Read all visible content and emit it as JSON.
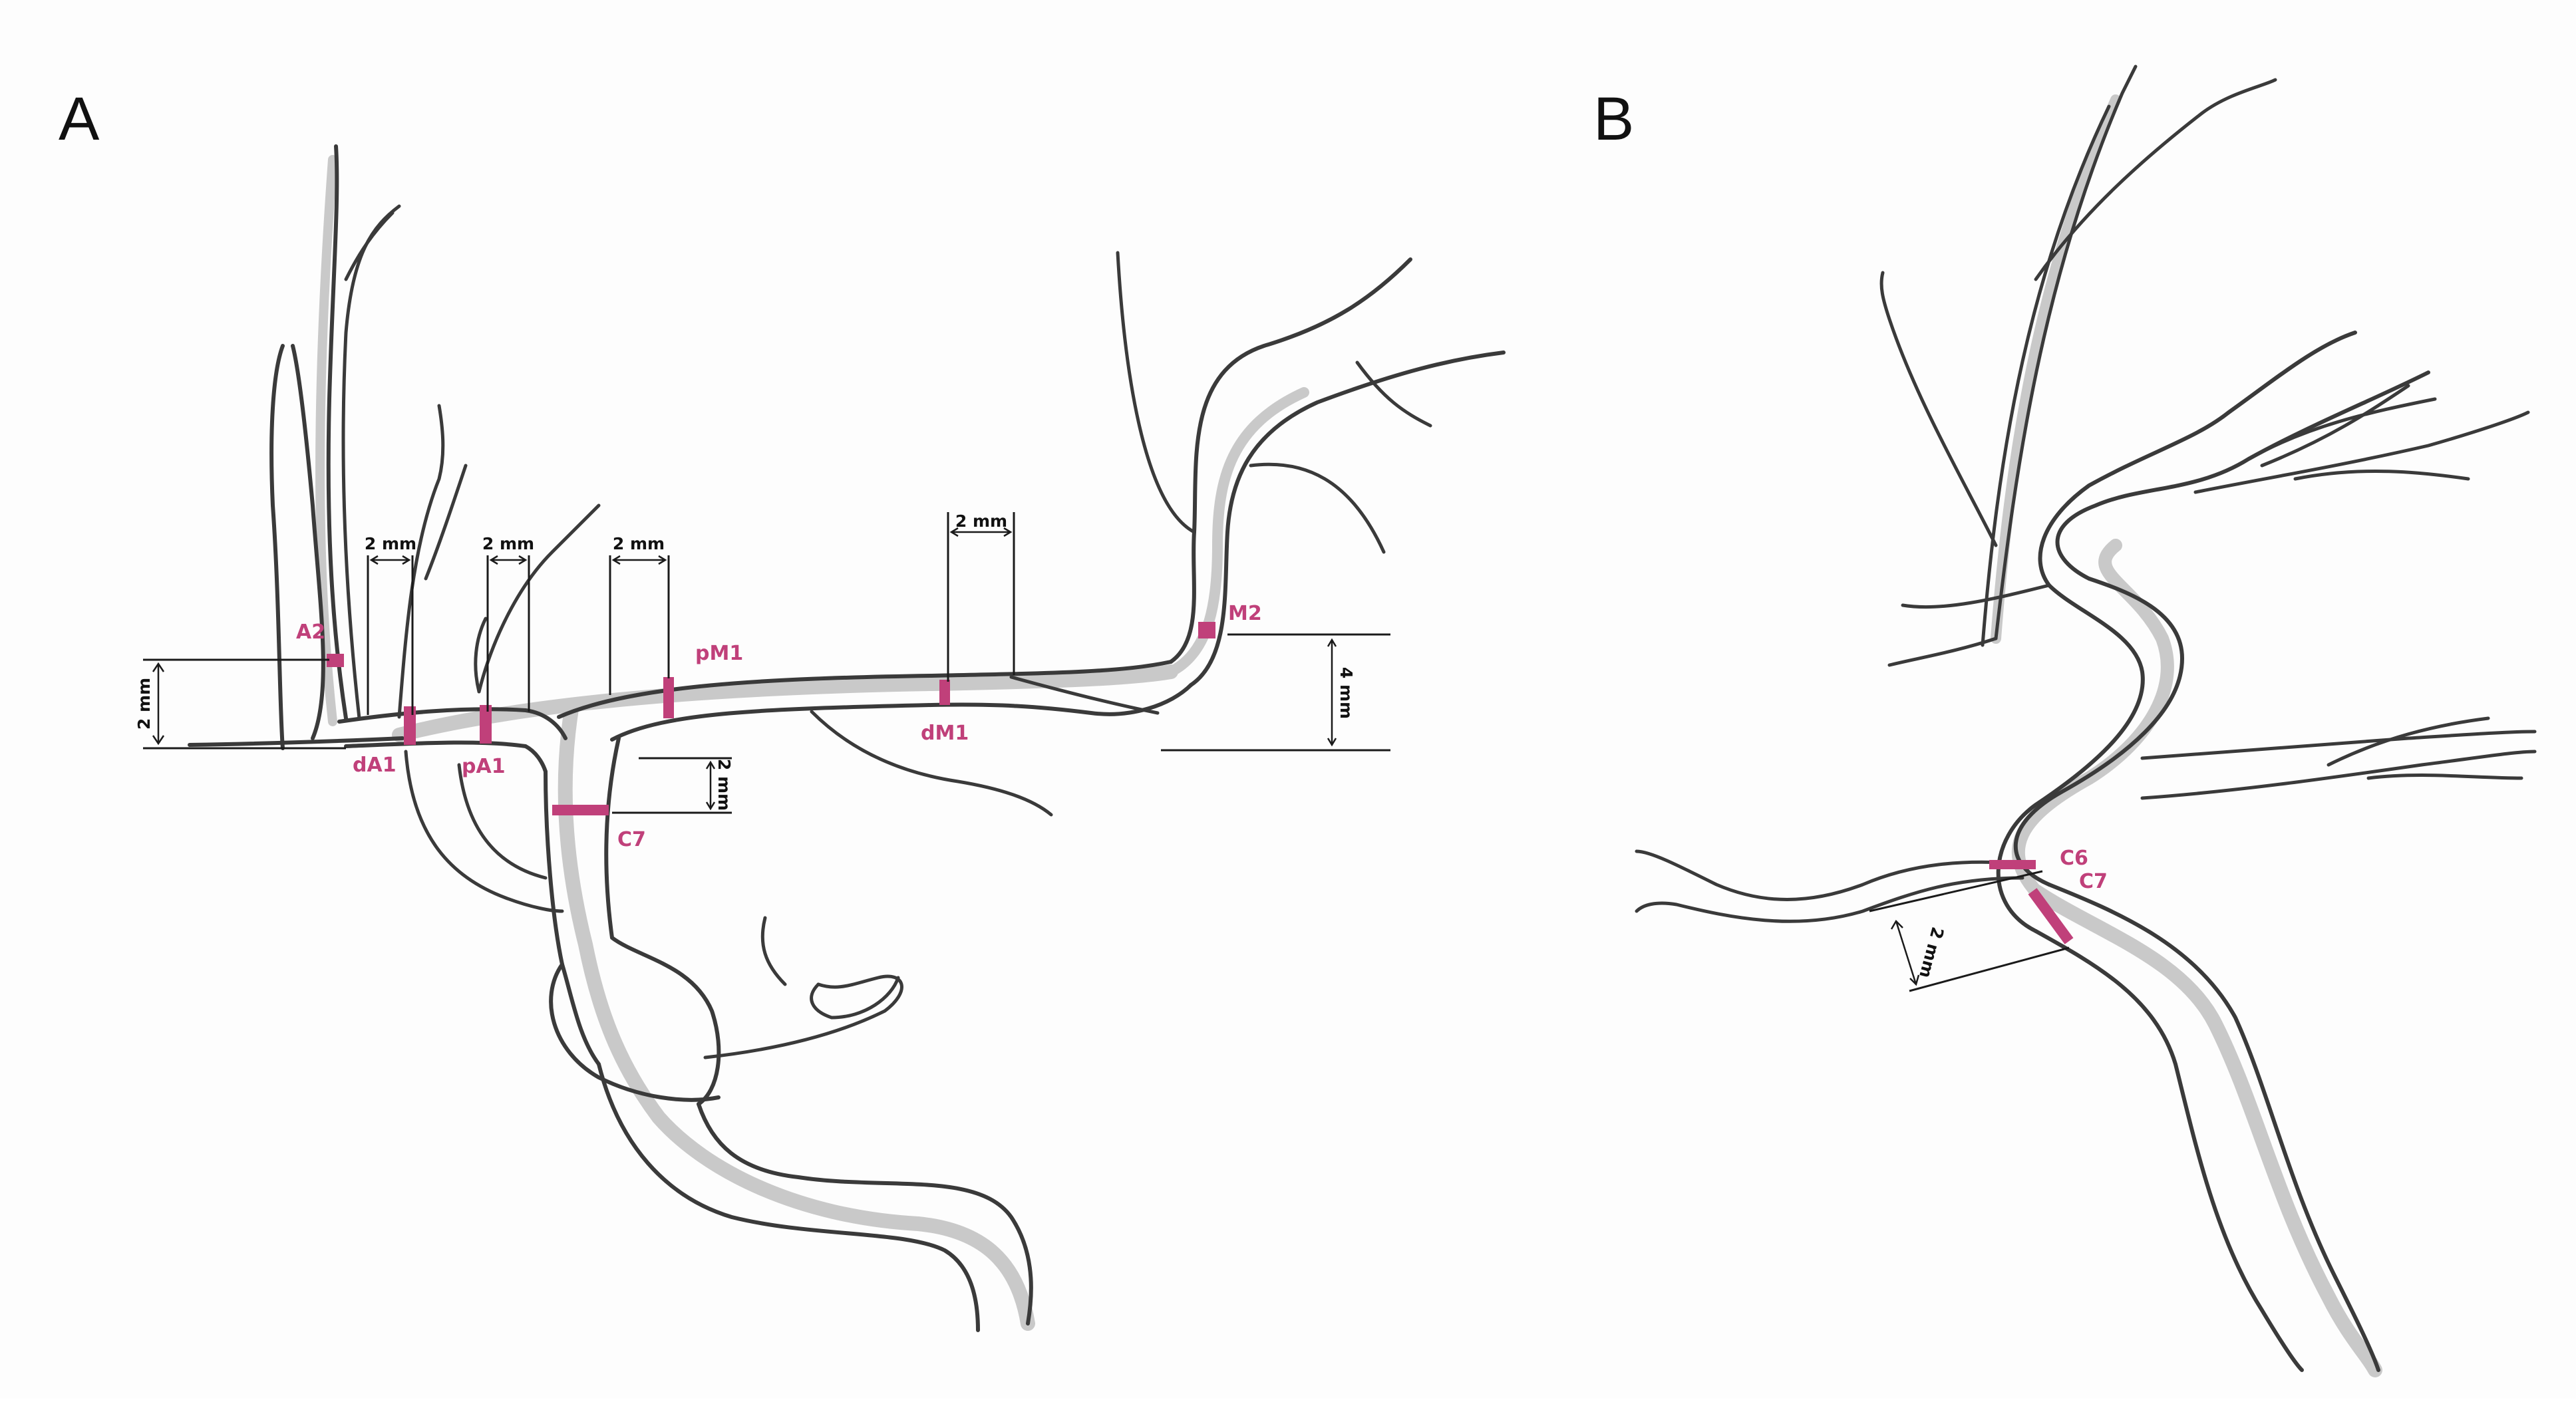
{
  "colors": {
    "vessel_outline": "#3a3a3a",
    "shading": "#c9c9c9",
    "marker": "#c0407a",
    "dimension": "#1a1a1a"
  },
  "panels": {
    "a": {
      "letter": "A",
      "segments": {
        "a2": "A2",
        "da1": "dA1",
        "pa1": "pA1",
        "c7": "C7",
        "pm1": "pM1",
        "dm1": "dM1",
        "m2": "M2"
      },
      "dimensions": {
        "left_vertical": "2 mm",
        "da1_width": "2 mm",
        "pa1_width": "2 mm",
        "pm1_width": "2 mm",
        "dm1_width": "2 mm",
        "c7_vertical": "2 mm",
        "m2_vertical": "4 mm"
      }
    },
    "b": {
      "letter": "B",
      "segments": {
        "c6": "C6",
        "c7": "C7"
      },
      "dimensions": {
        "c7_offset": "2 mm"
      }
    }
  }
}
